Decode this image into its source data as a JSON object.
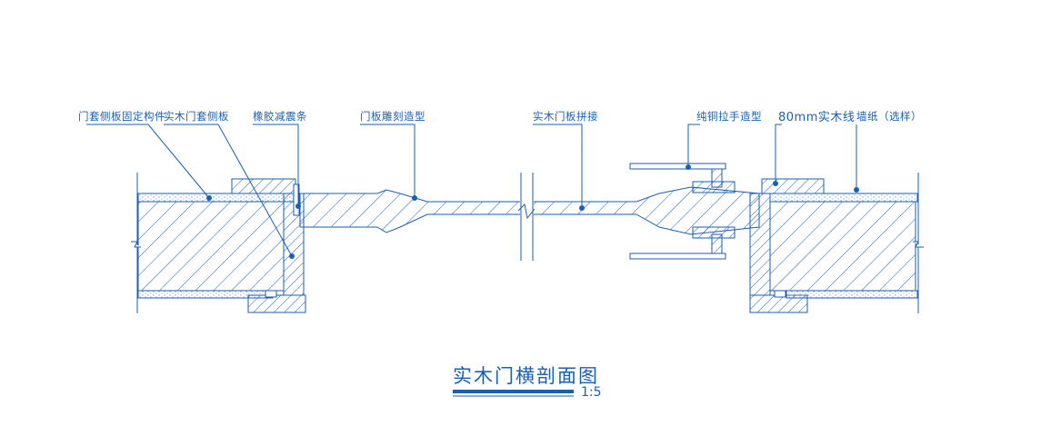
{
  "title": "实木门横剖面图",
  "scale": "1:5",
  "callouts": [
    {
      "id": "c1",
      "text": "门套侧板固定构件"
    },
    {
      "id": "c2",
      "text": "实木门套侧板"
    },
    {
      "id": "c3",
      "text": "橡胶减震条"
    },
    {
      "id": "c4",
      "text": "门板雕刻造型"
    },
    {
      "id": "c5",
      "text": "实木门板拼接"
    },
    {
      "id": "c6",
      "text": "纯铜拉手造型"
    },
    {
      "id": "c7",
      "text": "80mm实木线"
    },
    {
      "id": "c8",
      "text": "墙纸（选样）"
    }
  ],
  "colors": {
    "line": "#1a5fb4",
    "hatch": "#1a5fb4",
    "plaster": "#9bb4cf"
  }
}
